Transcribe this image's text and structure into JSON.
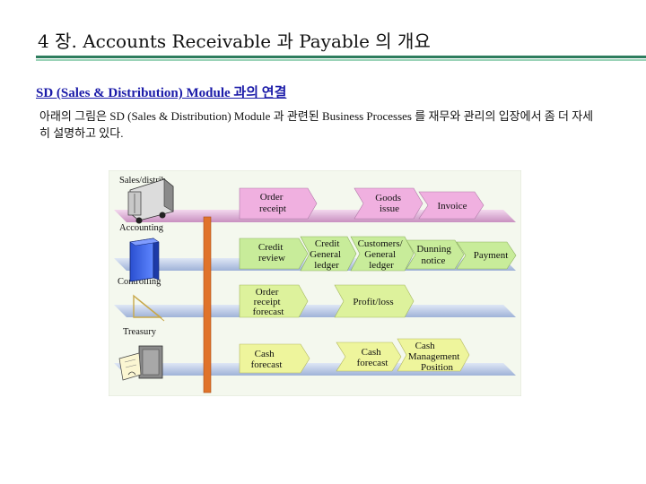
{
  "header": {
    "title": "4 장. Accounts Receivable 과 Payable 의 개요"
  },
  "section": {
    "subtitle": "SD (Sales & Distribution) Module 과의 연결",
    "description": "아래의 그림은 SD (Sales & Distribution) Module 과 관련된 Business Processes 를 재무와 관리의 입장에서 좀 더 자세히 설명하고 있다."
  },
  "diagram": {
    "rows": {
      "sales": "Sales/distrib.",
      "accounting": "Accounting",
      "controlling": "Controlling",
      "treasury": "Treasury"
    },
    "steps": {
      "order_receipt": [
        "Order",
        "receipt"
      ],
      "goods_issue": [
        "Goods",
        "issue"
      ],
      "invoice": [
        "Invoice"
      ],
      "credit_review": [
        "Credit",
        "review"
      ],
      "credit_gl": [
        "Credit",
        "General",
        "ledger"
      ],
      "customers_gl": [
        "Customers/",
        "General",
        "ledger"
      ],
      "dunning_notice": [
        "Dunning",
        "notice"
      ],
      "payment": [
        "Payment"
      ],
      "order_receipt_forecast": [
        "Order",
        "receipt",
        "forecast"
      ],
      "profit_loss": [
        "Profit/loss"
      ],
      "cash_forecast_left": [
        "Cash",
        "forecast"
      ],
      "cash_forecast_right": [
        "Cash",
        "forecast"
      ],
      "cash_mgmt_position": [
        "Cash",
        "Management",
        "Position"
      ]
    },
    "colors": {
      "sales_band": "#d8a6d0",
      "accounting_band": "#b8c7e2",
      "controlling_band": "#b8c7e2",
      "treasury_band": "#b8c7e2",
      "sales_arrows": "#f0b0e0",
      "accounting_arrows": "#c8ec9a",
      "controlling_arrows": "#ddf29c",
      "treasury_arrows": "#eef59c",
      "vertical_bar": "#e0732a",
      "diagram_bg": "#f4f8ee"
    }
  }
}
